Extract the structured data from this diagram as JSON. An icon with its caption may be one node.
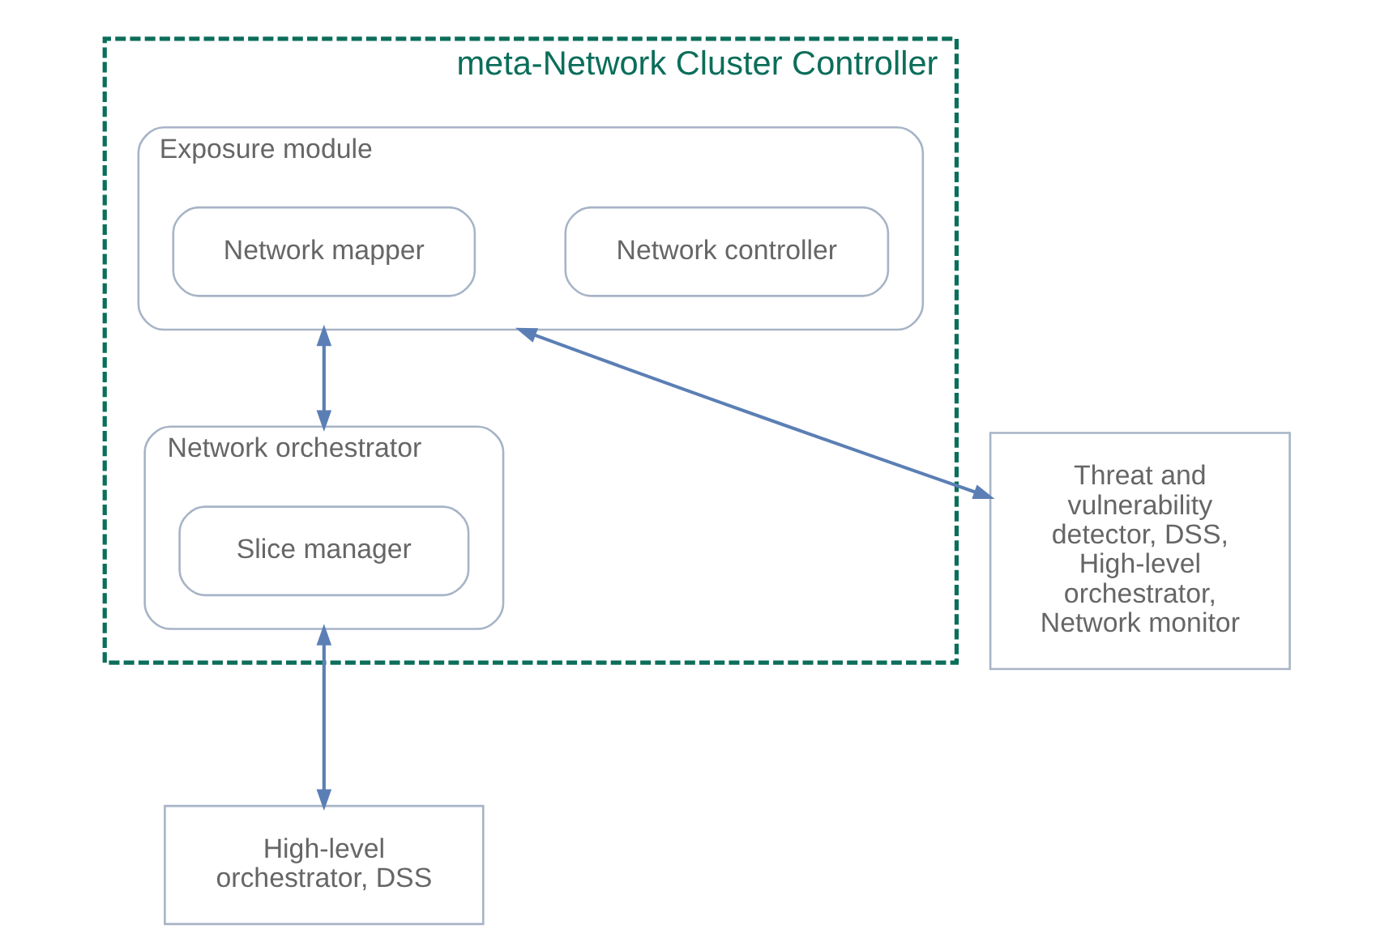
{
  "diagram": {
    "nodes": [
      {
        "text": [
          "meta-Network Cluster Controller"
        ]
      },
      {
        "text": [
          "Exposure module"
        ],
        "in": 0
      },
      {
        "text": [
          "Network controller"
        ],
        "in": 1
      },
      {
        "text": [
          "Network mapper"
        ],
        "in": 1
      },
      {
        "text": [
          "Network orchestrator"
        ],
        "in": 0
      },
      {
        "text": [
          "Slice manager"
        ],
        "in": 4
      },
      {
        "text": [
          "Threat and vulnerability detector, DSS, High-level orchestrator, Network monitor"
        ]
      },
      {
        "text": [
          "High-level orchestrator, DSS"
        ]
      }
    ],
    "edges": [
      {
        "from": 1,
        "to": 6,
        "arrow": "both"
      },
      {
        "from": 1,
        "to": 4,
        "arrow": "both"
      },
      {
        "from": 4,
        "to": 7,
        "arrow": "both"
      }
    ]
  }
}
